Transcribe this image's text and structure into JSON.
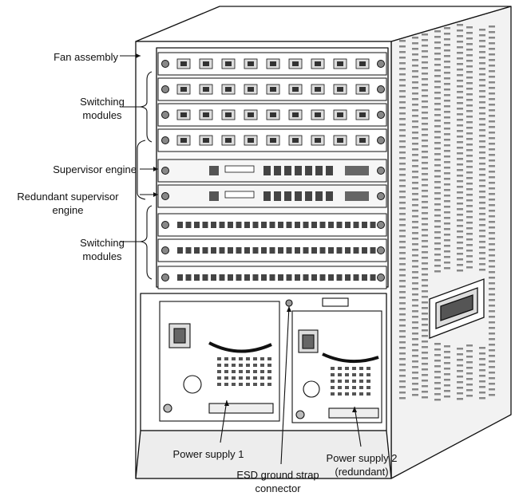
{
  "callouts": {
    "fan_assembly": "Fan assembly",
    "switching_modules_top": [
      "Switching",
      "modules"
    ],
    "supervisor_engine": "Supervisor engine",
    "redundant_supervisor": [
      "Redundant supervisor",
      "engine"
    ],
    "switching_modules_bottom": [
      "Switching",
      "modules"
    ],
    "power_supply_1": "Power supply 1",
    "esd_ground": [
      "ESD ground strap",
      "connector"
    ],
    "power_supply_2": [
      "Power supply 2",
      "(redundant)"
    ]
  },
  "colors": {
    "line": "#111111",
    "chassis_fill": "#ffffff",
    "shade": "#e4e4e4",
    "dark": "#333333"
  }
}
